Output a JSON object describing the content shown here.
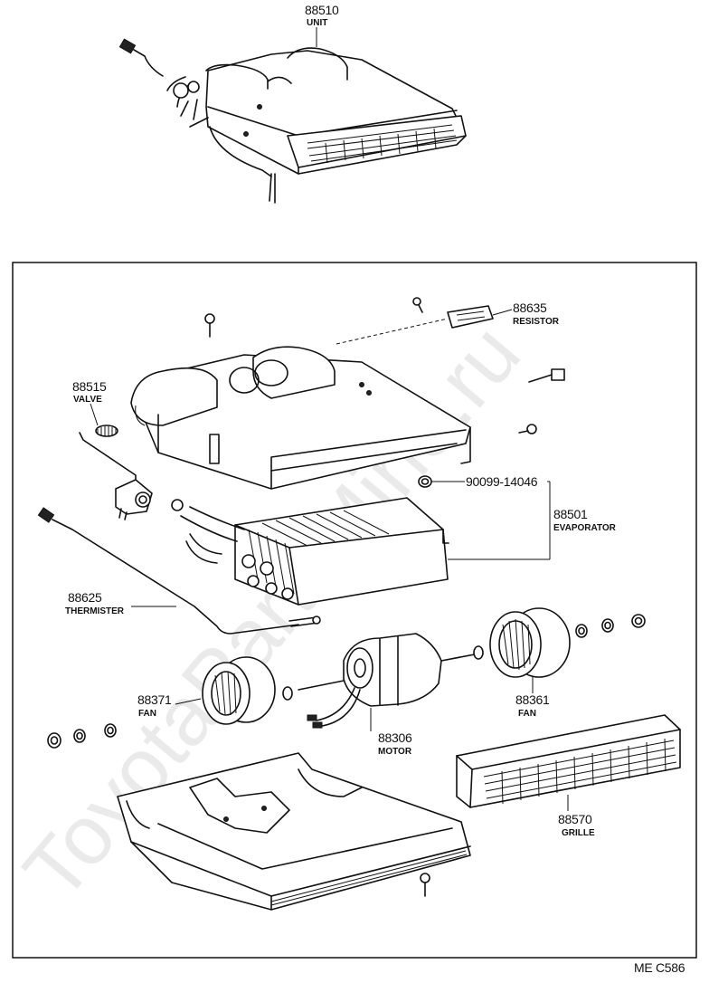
{
  "watermark": "ToyotaPartsMine.ru",
  "code": "ME  C586",
  "parts": {
    "unit": {
      "number": "88510",
      "name": "UNIT"
    },
    "resistor": {
      "number": "88635",
      "name": "RESISTOR"
    },
    "valve": {
      "number": "88515",
      "name": "VALVE"
    },
    "oring": {
      "number": "90099-14046"
    },
    "evaporator": {
      "number": "88501",
      "name": "EVAPORATOR"
    },
    "thermister": {
      "number": "88625",
      "name": "THERMISTER"
    },
    "fan_left": {
      "number": "88371",
      "name": "FAN"
    },
    "fan_right": {
      "number": "88361",
      "name": "FAN"
    },
    "motor": {
      "number": "88306",
      "name": "MOTOR"
    },
    "grille": {
      "number": "88570",
      "name": "GRILLE"
    }
  }
}
